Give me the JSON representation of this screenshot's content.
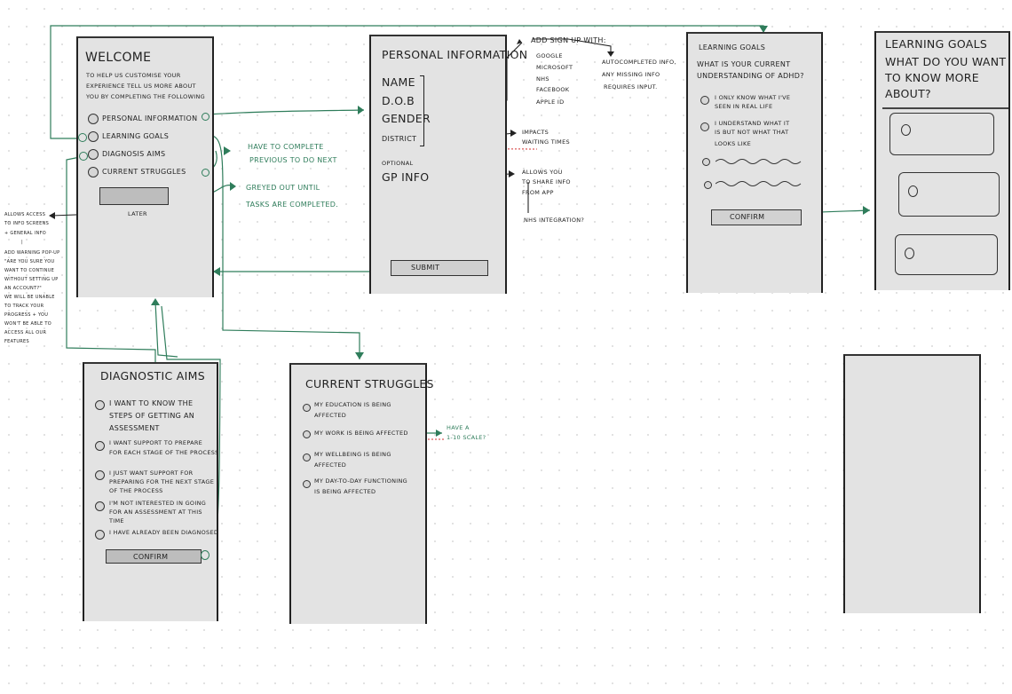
{
  "welcome": {
    "title": "WELCOME",
    "intro": [
      "TO HELP US CUSTOMISE YOUR",
      "EXPERIENCE TELL US MORE ABOUT",
      "YOU BY COMPLETING THE FOLLOWING"
    ],
    "options": [
      "PERSONAL INFORMATION",
      "LEARNING GOALS",
      "DIAGNOSIS AIMS",
      "CURRENT STRUGGLES"
    ],
    "later_label": "LATER"
  },
  "personal": {
    "title": "PERSONAL INFORMATION",
    "fields": [
      "NAME",
      "D.O.B",
      "GENDER",
      "DISTRICT"
    ],
    "optional_label": "OPTIONAL",
    "gp_label": "GP INFO",
    "submit_label": "SUBMIT"
  },
  "learning1": {
    "title": "LEARNING GOALS",
    "question": [
      "WHAT IS YOUR CURRENT",
      "UNDERSTANDING OF ADHD?"
    ],
    "options": [
      [
        "I ONLY KNOW WHAT I'VE",
        "SEEN IN REAL LIFE"
      ],
      [
        "I UNDERSTAND WHAT IT",
        "IS BUT NOT WHAT THAT",
        "LOOKS LIKE"
      ]
    ],
    "confirm_label": "CONFIRM"
  },
  "learning2": {
    "title": "LEARNING GOALS",
    "question": [
      "WHAT DO YOU WANT",
      "TO KNOW MORE",
      "ABOUT?"
    ]
  },
  "diagnostic": {
    "title": "DIAGNOSTIC AIMS",
    "options": [
      [
        "I WANT TO KNOW THE",
        "STEPS OF GETTING AN",
        "ASSESSMENT"
      ],
      [
        "I WANT SUPPORT TO PREPARE",
        "FOR EACH STAGE OF THE PROCESS"
      ],
      [
        "I JUST WANT SUPPORT FOR",
        "PREPARING FOR THE NEXT STAGE",
        "OF THE PROCESS"
      ],
      [
        "I'M NOT INTERESTED IN GOING",
        "FOR AN ASSESSMENT AT THIS",
        "TIME"
      ],
      [
        "I HAVE ALREADY BEEN DIAGNOSED"
      ]
    ],
    "confirm_label": "CONFIRM"
  },
  "struggles": {
    "title": "CURRENT STRUGGLES",
    "options": [
      [
        "MY EDUCATION IS BEING",
        "AFFECTED"
      ],
      [
        "MY WORK IS BEING AFFECTED"
      ],
      [
        "MY WELLBEING IS BEING",
        "AFFECTED"
      ],
      [
        "MY DAY-TO-DAY FUNCTIONING",
        "IS BEING AFFECTED"
      ]
    ]
  },
  "notes": {
    "complete_previous": [
      "HAVE TO COMPLETE",
      "PREVIOUS TO DO NEXT"
    ],
    "greyed_out": [
      "GREYED OUT UNTIL",
      "TASKS ARE COMPLETED."
    ],
    "later_popup": [
      "ALLOWS ACCESS",
      "TO INFO SCREENS",
      "+ GENERAL INFO",
      "|",
      "ADD WARNING POP-UP",
      "\"ARE YOU SURE YOU",
      "WANT TO CONTINUE",
      "WITHOUT SETTING UP",
      "AN ACCOUNT?\"",
      "WE WILL BE UNABLE",
      "TO TRACK YOUR",
      "PROGRESS + YOU",
      "WON'T BE ABLE TO",
      "ACCESS ALL OUR",
      "FEATURES"
    ],
    "sign_up_title": "ADD SIGN UP WITH:",
    "sign_up_options": [
      "GOOGLE",
      "MICROSOFT",
      "NHS",
      "FACEBOOK",
      "APPLE ID"
    ],
    "autocompleted": [
      "AUTOCOMPLETED INFO,",
      "ANY MISSING INFO",
      "REQUIRES INPUT."
    ],
    "impacts": [
      "IMPACTS",
      "WAITING TIMES"
    ],
    "allows_share": [
      "ALLOWS YOU",
      "TO SHARE INFO",
      "FROM APP"
    ],
    "nhs_integration": "NHS INTEGRATION?",
    "scale": [
      "HAVE A",
      "1-10 SCALE?"
    ]
  }
}
